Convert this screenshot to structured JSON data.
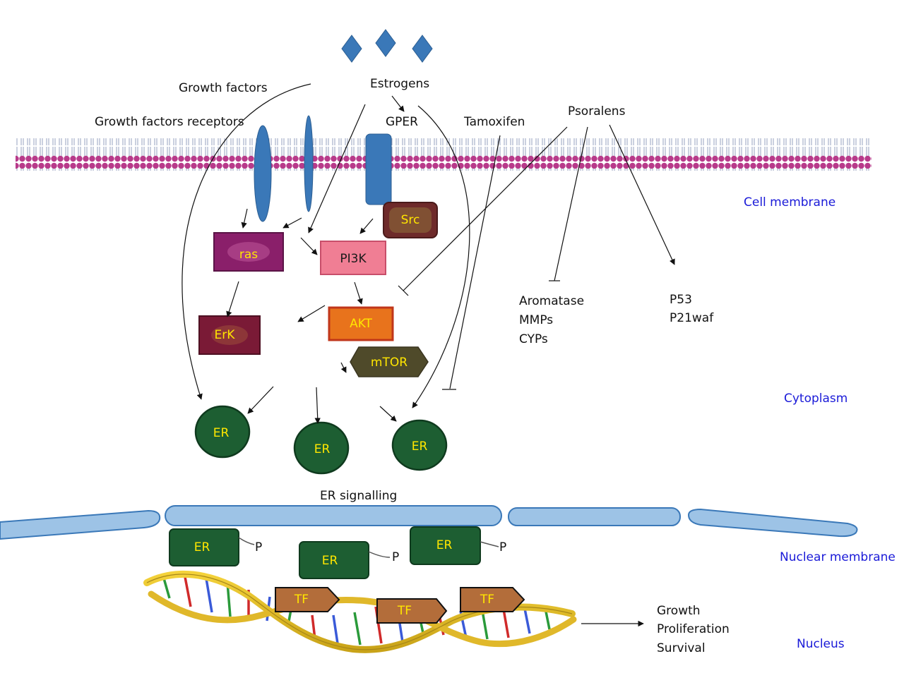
{
  "ligands": {
    "growth_factors": "Growth factors",
    "estrogens": "Estrogens",
    "tamoxifen": "Tamoxifen",
    "psoralens": "Psoralens"
  },
  "receptors": {
    "growth_factor_receptors": "Growth factors receptors",
    "gper": "GPER"
  },
  "regions": {
    "cell_membrane": "Cell membrane",
    "cytoplasm": "Cytoplasm",
    "nuclear_membrane": "Nuclear membrane",
    "nucleus": "Nucleus"
  },
  "nodes": {
    "src": "Src",
    "ras": "ras",
    "pi3k": "PI3K",
    "erk": "ErK",
    "akt": "AKT",
    "mtor": "mTOR",
    "er": "ER",
    "tf": "TF",
    "p": "P"
  },
  "psoralen_inhibits": [
    "Aromatase",
    "MMPs",
    "CYPs"
  ],
  "psoralen_activates": [
    "P53",
    "P21waf"
  ],
  "er_signalling": "ER signalling",
  "outcomes": [
    "Growth",
    "Proliferation",
    "Survival"
  ],
  "colors": {
    "membrane_head": "#b83a8a",
    "membrane_tail": "#d0d8e8",
    "receptor": "#3a78b8",
    "nuclear_membrane": "#9dc3e6",
    "er": "#1d5e32",
    "src": "#6e2a2a",
    "ras": "#8a1f6a",
    "pi3k": "#f07e94",
    "erk": "#7a1a36",
    "akt": "#e8731c",
    "mtor": "#4f4a2a",
    "tf": "#b36d3a",
    "region_label": "#1a1ad8"
  }
}
